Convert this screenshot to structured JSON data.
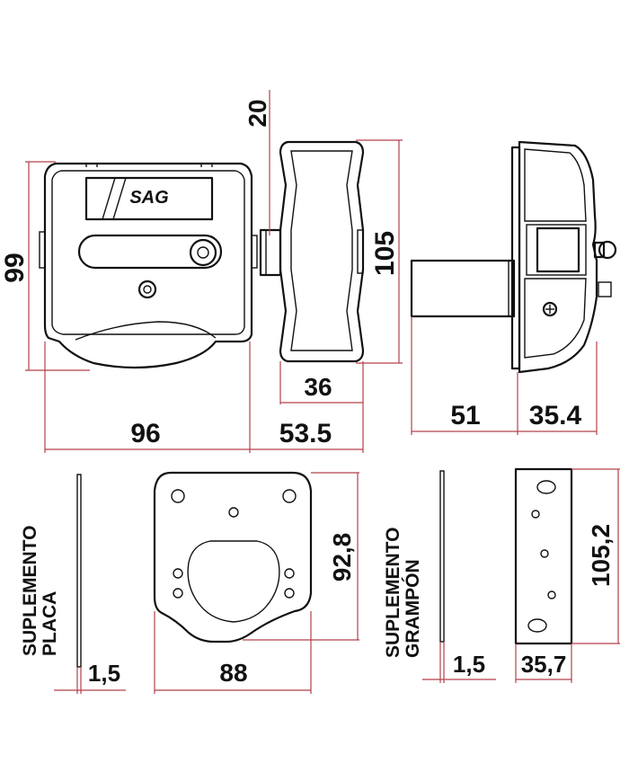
{
  "logo": {
    "text": "SAG"
  },
  "dimensions": {
    "height_lock": "99",
    "bolt_offset": "20",
    "width_lock": "96",
    "bolt_span": "53.5",
    "knob_height": "105",
    "knob_width": "36",
    "bolt_length": "51",
    "keeper_depth": "35.4"
  },
  "plate": {
    "label_line1": "SUPLEMENTO",
    "label_line2": "PLACA",
    "thickness": "1,5",
    "width": "88",
    "height": "92,8"
  },
  "keeper": {
    "label_line1": "SUPLEMENTO",
    "label_line2": "GRAMPÓN",
    "thickness": "1,5",
    "width": "35,7",
    "height": "105,2"
  },
  "colors": {
    "line": "#111111",
    "dimension_line": "#b3414a"
  }
}
